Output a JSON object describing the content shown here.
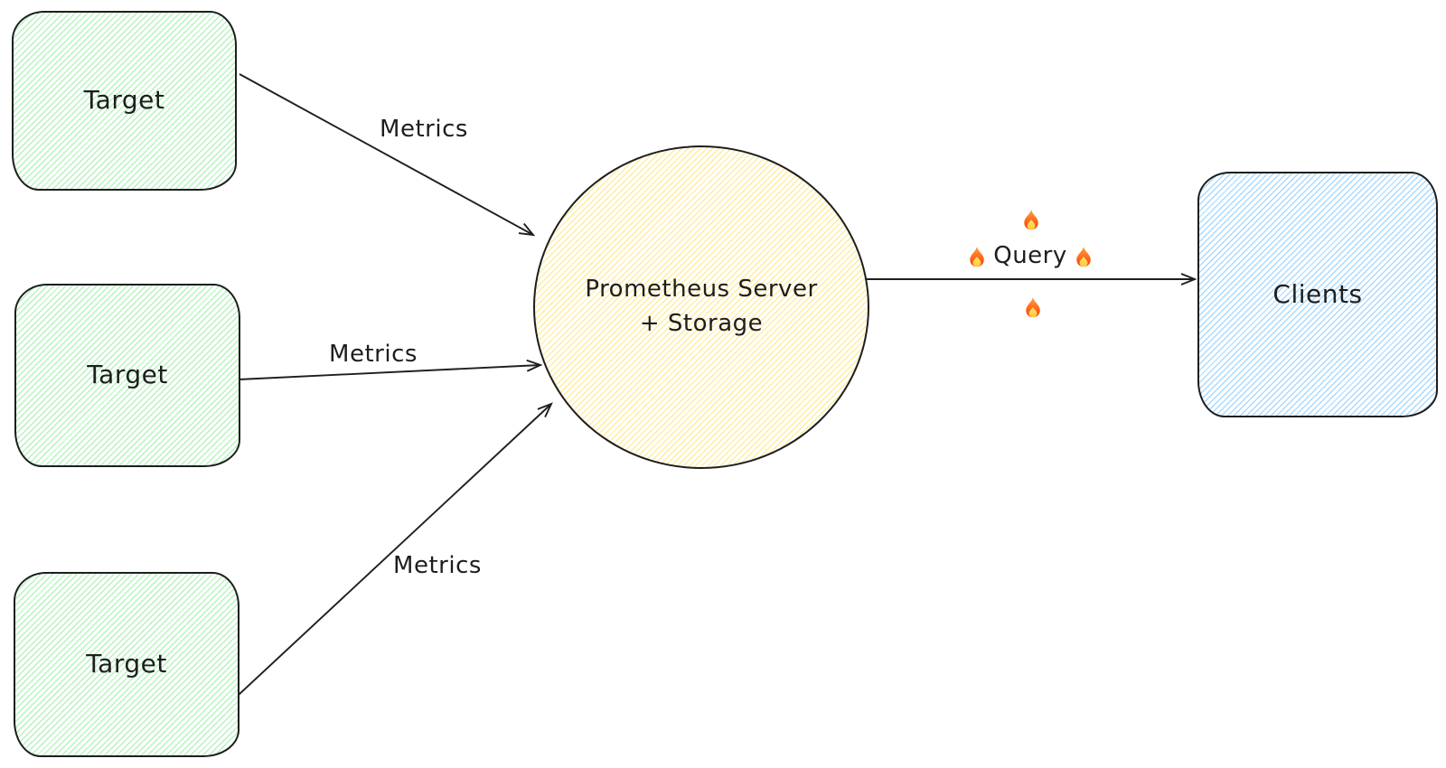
{
  "colors": {
    "background": "#ffffff",
    "stroke": "#1e1e1e",
    "target_fill": "#b2f2bb",
    "server_fill": "#ffec99",
    "clients_fill": "#a5d8ff",
    "flame_outer": "#ff6b1a",
    "flame_inner": "#ffd84d"
  },
  "nodes": {
    "target_top": {
      "label": "Target",
      "shape": "rounded-rectangle",
      "fill": "#b2f2bb"
    },
    "target_middle": {
      "label": "Target",
      "shape": "rounded-rectangle",
      "fill": "#b2f2bb"
    },
    "target_bottom": {
      "label": "Target",
      "shape": "rounded-rectangle",
      "fill": "#b2f2bb"
    },
    "server": {
      "label": "Prometheus Server + Storage",
      "shape": "ellipse",
      "fill": "#ffec99"
    },
    "clients": {
      "label": "Clients",
      "shape": "rounded-rectangle",
      "fill": "#a5d8ff"
    }
  },
  "edges": {
    "metrics_top": {
      "label": "Metrics",
      "from": "target_top",
      "to": "server"
    },
    "metrics_middle": {
      "label": "Metrics",
      "from": "target_middle",
      "to": "server"
    },
    "metrics_bottom": {
      "label": "Metrics",
      "from": "target_bottom",
      "to": "server"
    },
    "query": {
      "label": "Query",
      "from": "server",
      "to": "clients",
      "fire_icon_count": 4
    }
  }
}
